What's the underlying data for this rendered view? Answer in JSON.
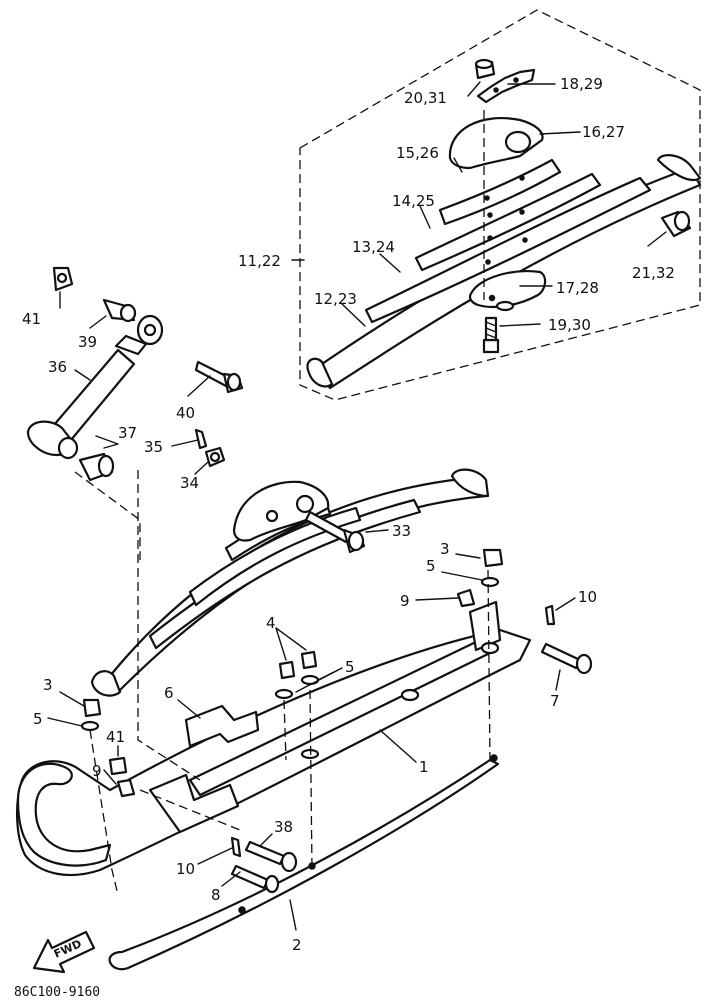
{
  "drawing_code": "86C100-9160",
  "fwd_arrow_text": "FWD",
  "callouts": [
    {
      "id": "c1",
      "text": "1"
    },
    {
      "id": "c2",
      "text": "2"
    },
    {
      "id": "c3a",
      "text": "3"
    },
    {
      "id": "c3b",
      "text": "3"
    },
    {
      "id": "c4",
      "text": "4"
    },
    {
      "id": "c5a",
      "text": "5"
    },
    {
      "id": "c5b",
      "text": "5"
    },
    {
      "id": "c5c",
      "text": "5"
    },
    {
      "id": "c6",
      "text": "6"
    },
    {
      "id": "c7",
      "text": "7"
    },
    {
      "id": "c8",
      "text": "8"
    },
    {
      "id": "c9a",
      "text": "9"
    },
    {
      "id": "c9b",
      "text": "9"
    },
    {
      "id": "c10a",
      "text": "10"
    },
    {
      "id": "c10b",
      "text": "10"
    },
    {
      "id": "c11_22",
      "text": "11,22"
    },
    {
      "id": "c12_23",
      "text": "12,23"
    },
    {
      "id": "c13_24",
      "text": "13,24"
    },
    {
      "id": "c14_25",
      "text": "14,25"
    },
    {
      "id": "c15_26",
      "text": "15,26"
    },
    {
      "id": "c16_27",
      "text": "16,27"
    },
    {
      "id": "c17_28",
      "text": "17,28"
    },
    {
      "id": "c18_29",
      "text": "18,29"
    },
    {
      "id": "c19_30",
      "text": "19,30"
    },
    {
      "id": "c20_31",
      "text": "20,31"
    },
    {
      "id": "c21_32",
      "text": "21,32"
    },
    {
      "id": "c33",
      "text": "33"
    },
    {
      "id": "c34",
      "text": "34"
    },
    {
      "id": "c35",
      "text": "35"
    },
    {
      "id": "c36",
      "text": "36"
    },
    {
      "id": "c37",
      "text": "37"
    },
    {
      "id": "c38",
      "text": "38"
    },
    {
      "id": "c39",
      "text": "39"
    },
    {
      "id": "c40",
      "text": "40"
    },
    {
      "id": "c41a",
      "text": "41"
    },
    {
      "id": "c41b",
      "text": "41"
    }
  ]
}
